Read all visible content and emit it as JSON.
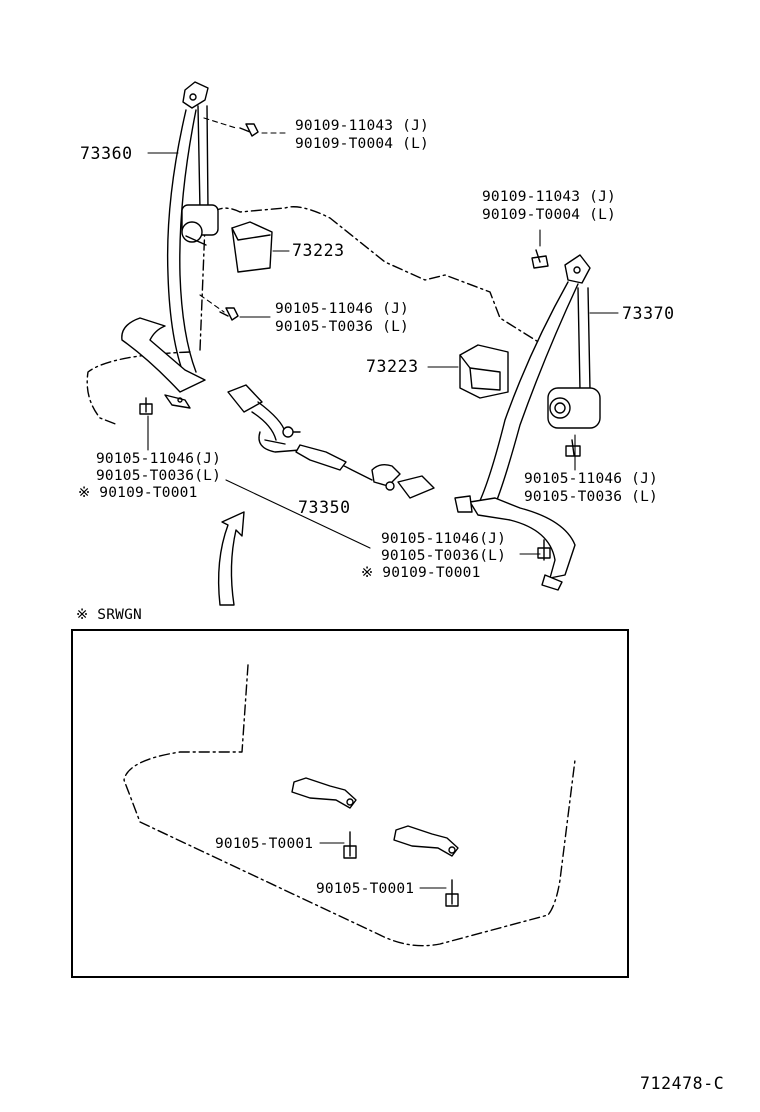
{
  "labels": {
    "p73360": "73360",
    "p73370": "73370",
    "p73223_left": "73223",
    "p73223_right": "73223",
    "p73350": "73350",
    "bolt_top_left_j": "90109-11043 (J)",
    "bolt_top_left_l": "90109-T0004 (L)",
    "bolt_top_right_j": "90109-11043 (J)",
    "bolt_top_right_l": "90109-T0004 (L)",
    "bolt_mid_left_j": "90105-11046 (J)",
    "bolt_mid_left_l": "90105-T0036 (L)",
    "bolt_low_left_j": "90105-11046(J)",
    "bolt_low_left_l": "90105-T0036(L)",
    "bolt_low_left_x": "※ 90109-T0001",
    "bolt_right_retr_j": "90105-11046 (J)",
    "bolt_right_retr_l": "90105-T0036 (L)",
    "bolt_right_floor_j": "90105-11046(J)",
    "bolt_right_floor_l": "90105-T0036(L)",
    "bolt_right_floor_x": "※ 90109-T0001",
    "inset_title": "※ SRWGN",
    "inset_bolt_1": "90105-T0001",
    "inset_bolt_2": "90105-T0001",
    "diagram_code": "712478-C"
  },
  "icons": [
    "seat-belt-left-icon",
    "seat-belt-right-icon",
    "retractor-cover-icon",
    "buckle-assembly-icon",
    "bolt-icon",
    "arrow-icon",
    "bracket-icon"
  ]
}
